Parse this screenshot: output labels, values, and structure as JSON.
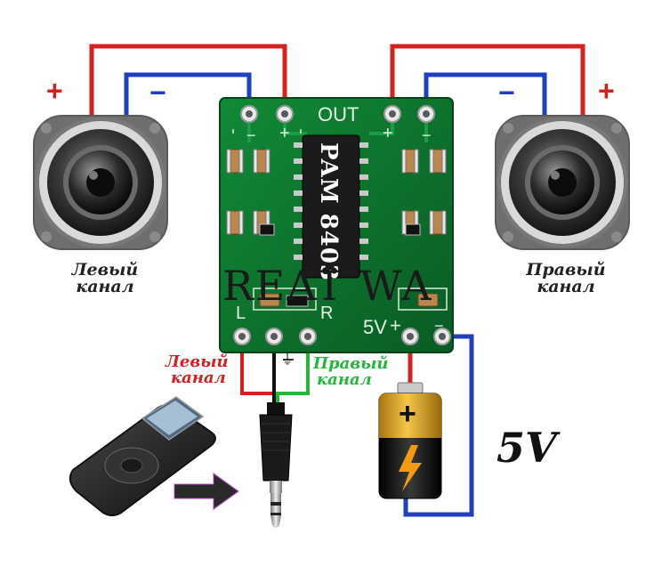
{
  "colors": {
    "positive_wire": "#d32020",
    "negative_wire": "#1f3fc2",
    "right_input_wire": "#22b83a",
    "ground_wire": "#111111",
    "pcb": "#0d6e2c",
    "chip": "#1b1b1b",
    "battery_gold": "#d9a21e",
    "battery_body": "#1a1a1a",
    "lightning": "#f39c12",
    "arrow": "#2a2a2a"
  },
  "speakers": {
    "left": {
      "label_line1": "Левый",
      "label_line2": "канал",
      "plus": "+",
      "minus": "−"
    },
    "right": {
      "label_line1": "Правый",
      "label_line2": "канал",
      "plus": "+",
      "minus": "−"
    }
  },
  "board": {
    "chip_label": "PAM 8403",
    "out_label": "OUT",
    "out_minus_left": "−",
    "out_plus_left": "+",
    "out_plus_right": "+",
    "out_minus_right": "−",
    "in_left": "L",
    "in_right": "R",
    "power_label": "5V",
    "power_plus": "+",
    "power_minus": "−",
    "watermark": "REAT WA"
  },
  "inputs": {
    "left": {
      "line1": "Левый",
      "line2": "канал"
    },
    "right": {
      "line1": "Правый",
      "line2": "канал"
    },
    "ground_symbol": "⏚"
  },
  "battery": {
    "plus": "+",
    "voltage": "5V"
  },
  "player": {
    "icon": "mp3-player-icon"
  },
  "jack": {
    "icon": "audio-jack-icon"
  }
}
